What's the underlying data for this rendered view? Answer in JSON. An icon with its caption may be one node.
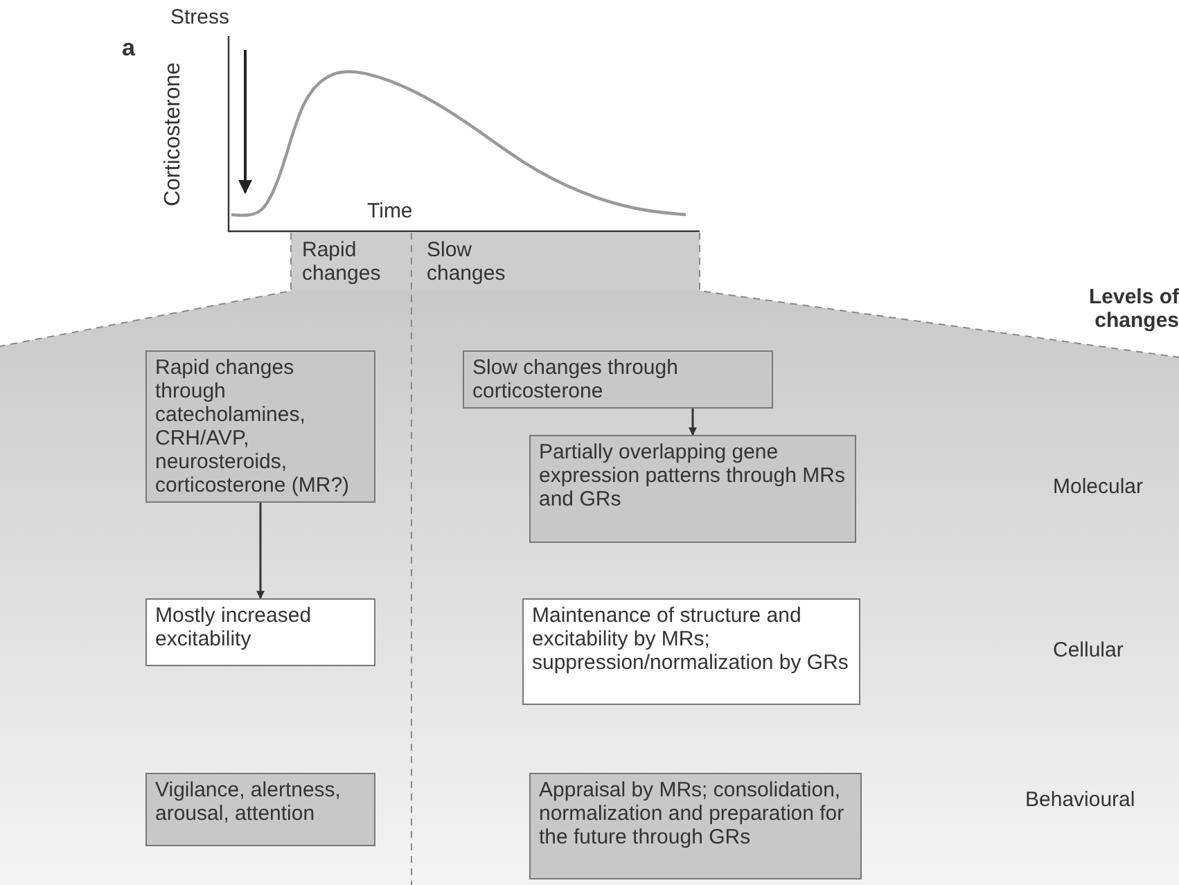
{
  "diagram": {
    "nodes": [
      {
        "text": [
          "Rapid changes through catecholamines, CRH/AVP, neurosteroids, corticosterone (MR?)"
        ]
      },
      {
        "text": [
          "Slow changes through corticosterone"
        ]
      },
      {
        "text": [
          "Partially overlapping gene expression patterns through MRs and GRs"
        ]
      },
      {
        "text": [
          "Mostly increased excitability"
        ]
      },
      {
        "text": [
          "Maintenance of structure and excitability by MRs; suppression/normalization by GRs"
        ]
      },
      {
        "text": [
          "Vigilance, alertness, arousal, attention"
        ]
      },
      {
        "text": [
          "Appraisal by MRs; consolidation, normalization and preparation for the future through GRs"
        ]
      }
    ],
    "edges": [
      {
        "from": 0,
        "to": 3,
        "arrow": "to"
      },
      {
        "from": 1,
        "to": 2,
        "arrow": "to"
      }
    ],
    "labels": [
      "a",
      "Stress",
      "Corticosterone",
      "Time",
      "Rapid changes",
      "Slow changes",
      "Levels of changes",
      "Molecular",
      "Cellular",
      "Behavioural"
    ]
  }
}
